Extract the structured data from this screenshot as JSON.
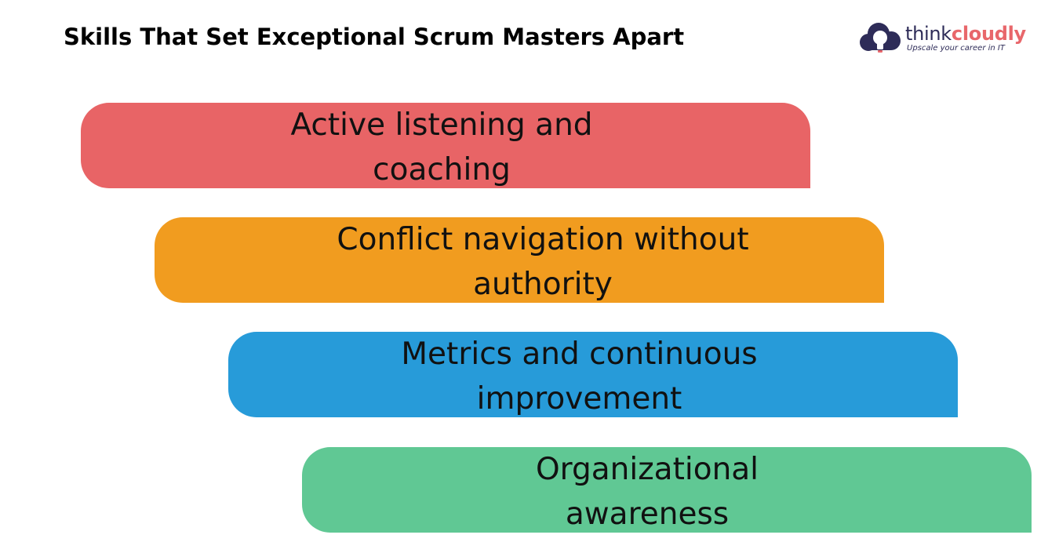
{
  "title": "Skills That Set Exceptional Scrum Masters Apart",
  "logo": {
    "word_part1": "think",
    "word_part2": "cloudly",
    "tagline": "Upscale your career in IT"
  },
  "skills": [
    {
      "text": "Active listening and\ncoaching",
      "color": "#e86466"
    },
    {
      "text": "Conflict navigation without\nauthority",
      "color": "#f19c1f"
    },
    {
      "text": "Metrics and continuous\nimprovement",
      "color": "#279bd9"
    },
    {
      "text": "Organizational\nawareness",
      "color": "#60c894"
    }
  ]
}
